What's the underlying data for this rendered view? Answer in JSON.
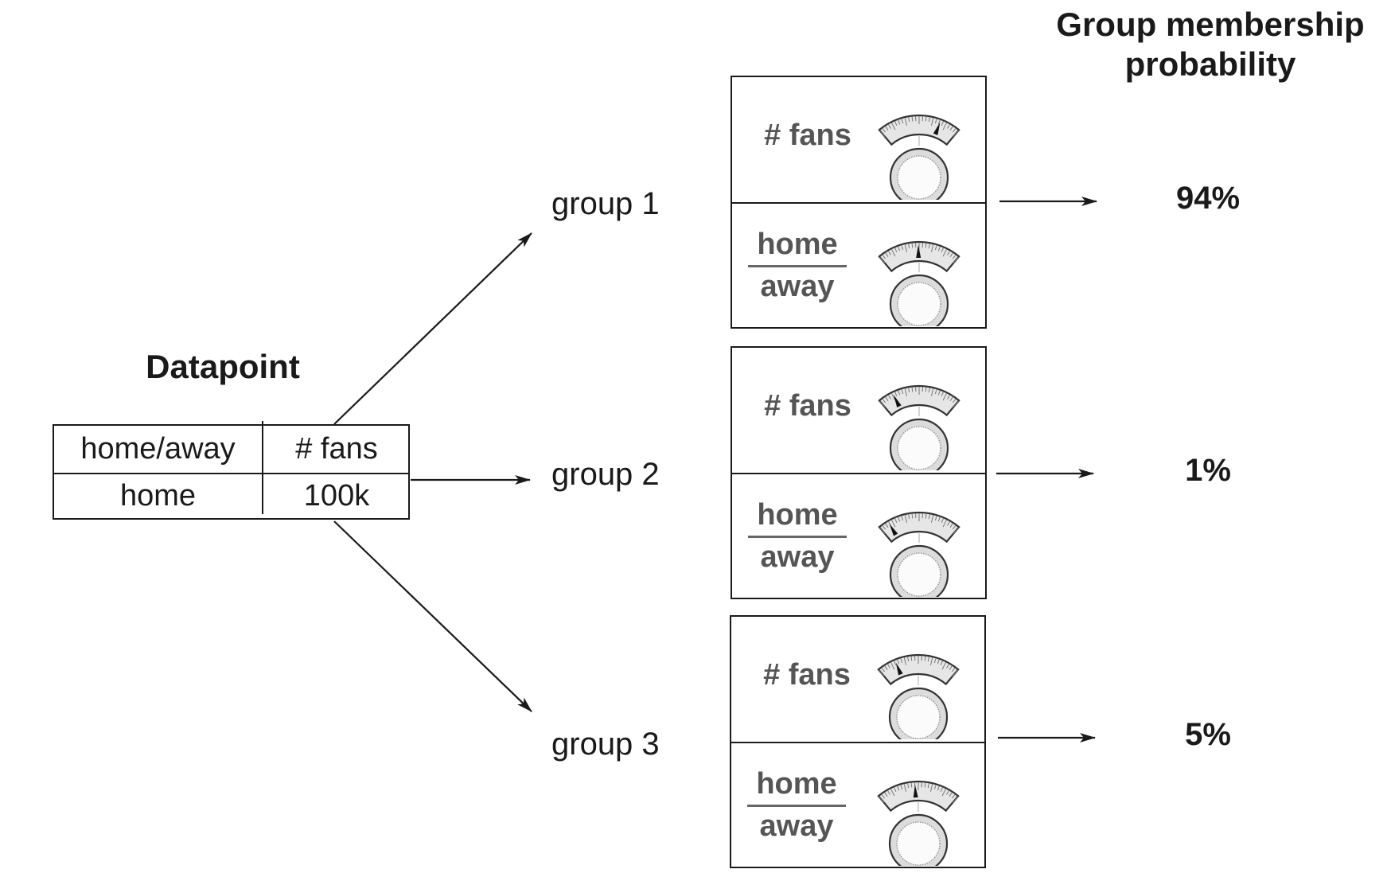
{
  "header": {
    "title": "Group membership probability"
  },
  "datapoint": {
    "title": "Datapoint",
    "columns": [
      "home/away",
      "# fans"
    ],
    "row": [
      "home",
      "100k"
    ]
  },
  "groups": [
    {
      "label": "group 1",
      "features": {
        "fans": "# fans",
        "home": "home",
        "away": "away"
      },
      "dials": {
        "fans_level": 0.76,
        "home_away_level": 0.49
      },
      "probability": "94%"
    },
    {
      "label": "group 2",
      "features": {
        "fans": "# fans",
        "home": "home",
        "away": "away"
      },
      "dials": {
        "fans_level": 0.18,
        "home_away_level": 0.12
      },
      "probability": "1%"
    },
    {
      "label": "group 3",
      "features": {
        "fans": "# fans",
        "home": "home",
        "away": "away"
      },
      "dials": {
        "fans_level": 0.22,
        "home_away_level": 0.46
      },
      "probability": "5%"
    }
  ],
  "colors": {
    "line": "#1a1a1a",
    "feature_text": "#555555",
    "gauge_face": "#e6e6e6",
    "gauge_needle": "#111111"
  }
}
